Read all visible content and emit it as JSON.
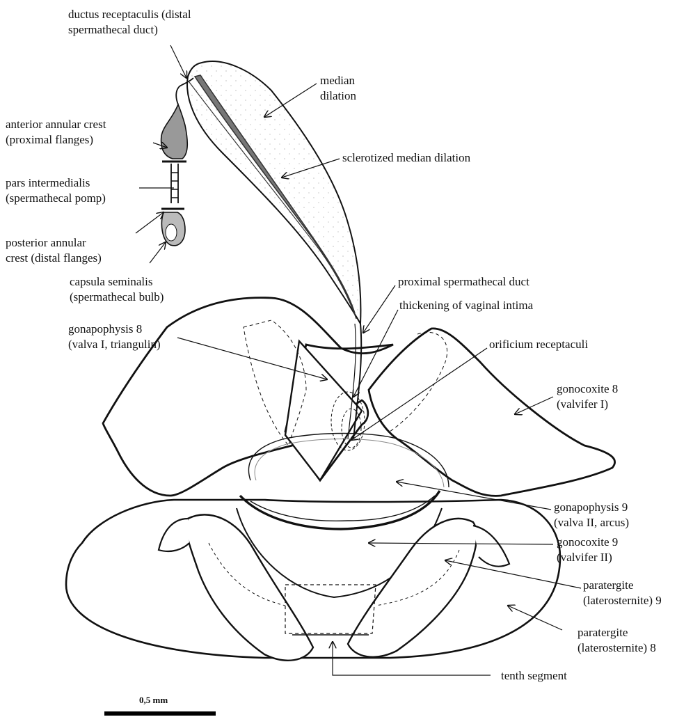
{
  "labels": {
    "ductus_receptaculis": [
      "ductus receptaculis  (distal",
      "spermathecal duct)"
    ],
    "anterior_annular_crest": [
      "anterior annular crest",
      "(proximal flanges)"
    ],
    "pars_intermedialis": [
      "pars intermedialis",
      "(spermathecal pomp)"
    ],
    "posterior_annular_crest": [
      "posterior annular",
      "crest (distal flanges)"
    ],
    "capsula_seminalis": [
      "capsula seminalis",
      "(spermathecal bulb)"
    ],
    "gonapophysis_8": [
      "gonapophysis 8",
      "(valva I, triangulin)"
    ],
    "median_dilation": [
      "median",
      "dilation"
    ],
    "sclerotized_median_dilation": [
      "sclerotized median dilation"
    ],
    "proximal_spermathecal_duct": [
      "proximal spermathecal  duct"
    ],
    "thickening_of_vaginal_intima": [
      "thickening of vaginal intima"
    ],
    "orificium_receptaculi": [
      "orificium receptaculi"
    ],
    "gonocoxite_8": [
      "gonocoxite 8",
      "(valvifer I)"
    ],
    "gonapophysis_9": [
      "gonapophysis 9",
      "(valva II, arcus)"
    ],
    "gonocoxite_9": [
      "gonocoxite 9",
      "(valvifer II)"
    ],
    "paratergite_9": [
      "paratergite",
      "(laterosternite)  9"
    ],
    "paratergite_8": [
      "paratergite",
      "(laterosternite)  8"
    ],
    "tenth_segment": [
      "tenth segment"
    ]
  },
  "scale": {
    "label": "0,5 mm"
  }
}
